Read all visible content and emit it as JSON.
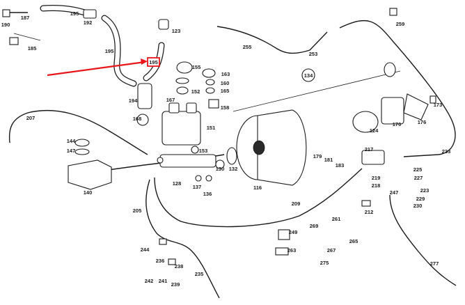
{
  "highlight": {
    "label": "195",
    "color": "#e8161b"
  },
  "callouts": [
    "190",
    "187",
    "195",
    "192",
    "123",
    "185",
    "195",
    "194",
    "155",
    "163",
    "160",
    "165",
    "152",
    "158",
    "167",
    "151",
    "168",
    "153",
    "130",
    "132",
    "128",
    "137",
    "136",
    "116",
    "134",
    "255",
    "253",
    "259",
    "173",
    "176",
    "170",
    "124",
    "179",
    "181",
    "183",
    "217",
    "233",
    "225",
    "227",
    "223",
    "229",
    "230",
    "219",
    "218",
    "247",
    "212",
    "207",
    "144",
    "147",
    "140",
    "205",
    "244",
    "236",
    "238",
    "242",
    "241",
    "239",
    "235",
    "209",
    "269",
    "261",
    "263",
    "265",
    "267",
    "275",
    "277",
    "249"
  ]
}
